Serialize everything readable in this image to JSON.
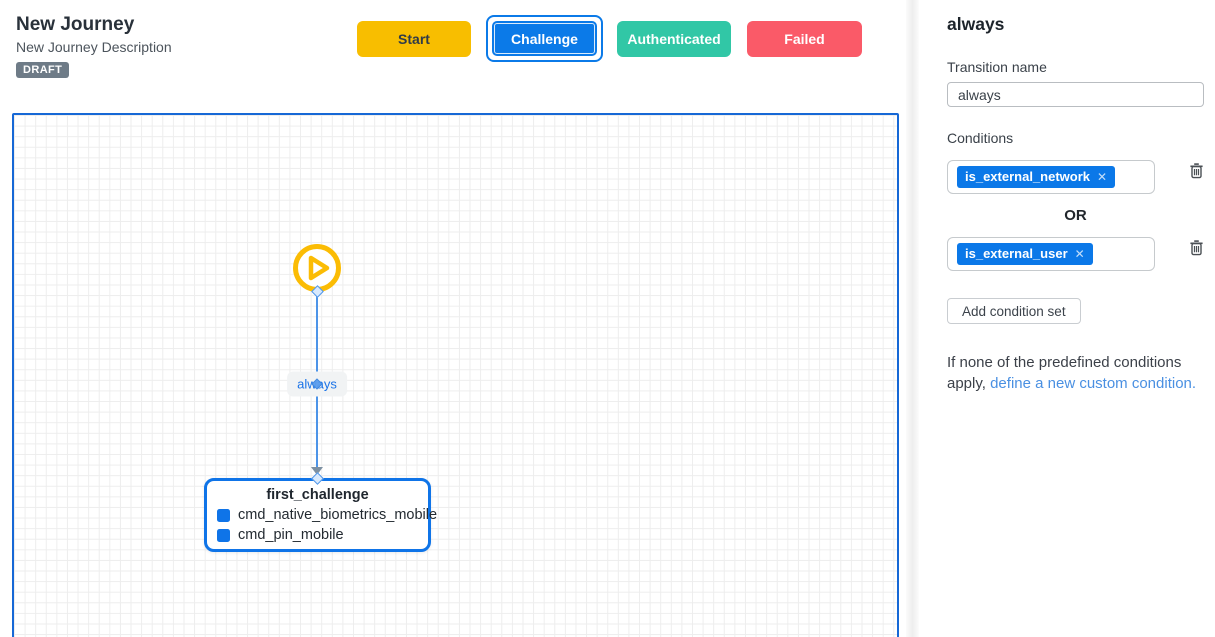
{
  "header": {
    "title": "New Journey",
    "description": "New Journey Description",
    "status_badge": "DRAFT",
    "buttons": [
      {
        "label": "Start",
        "color": "#F8BE00",
        "selected": false
      },
      {
        "label": "Challenge",
        "color": "#0B7AE8",
        "selected": true
      },
      {
        "label": "Authenticated",
        "color": "#31C7A6",
        "selected": false
      },
      {
        "label": "Failed",
        "color": "#FA5A68",
        "selected": false
      }
    ]
  },
  "canvas": {
    "edge_label": "always",
    "challenge_node": {
      "title": "first_challenge",
      "commands": [
        "cmd_native_biometrics_mobile",
        "cmd_pin_mobile"
      ]
    }
  },
  "panel": {
    "title": "always",
    "transition_name_label": "Transition name",
    "transition_name_value": "always",
    "conditions_label": "Conditions",
    "condition_sets": [
      {
        "chip": "is_external_network"
      },
      {
        "chip": "is_external_user"
      }
    ],
    "or_separator": "OR",
    "add_condition_set_label": "Add condition set",
    "custom_condition_text": "If none of the predefined conditions apply,",
    "custom_condition_link": "define a new custom condition."
  },
  "icons": {
    "chip_remove": "✕"
  },
  "colors": {
    "accent_blue": "#0B7AE8",
    "start_yellow": "#F8BE00",
    "authenticated_teal": "#31C7A6",
    "failed_red": "#FA5A68",
    "edge_blue": "#4D94E8",
    "link_blue": "#4A90E2",
    "draft_gray": "#6E7B87",
    "grid_line": "#EDEDED"
  }
}
